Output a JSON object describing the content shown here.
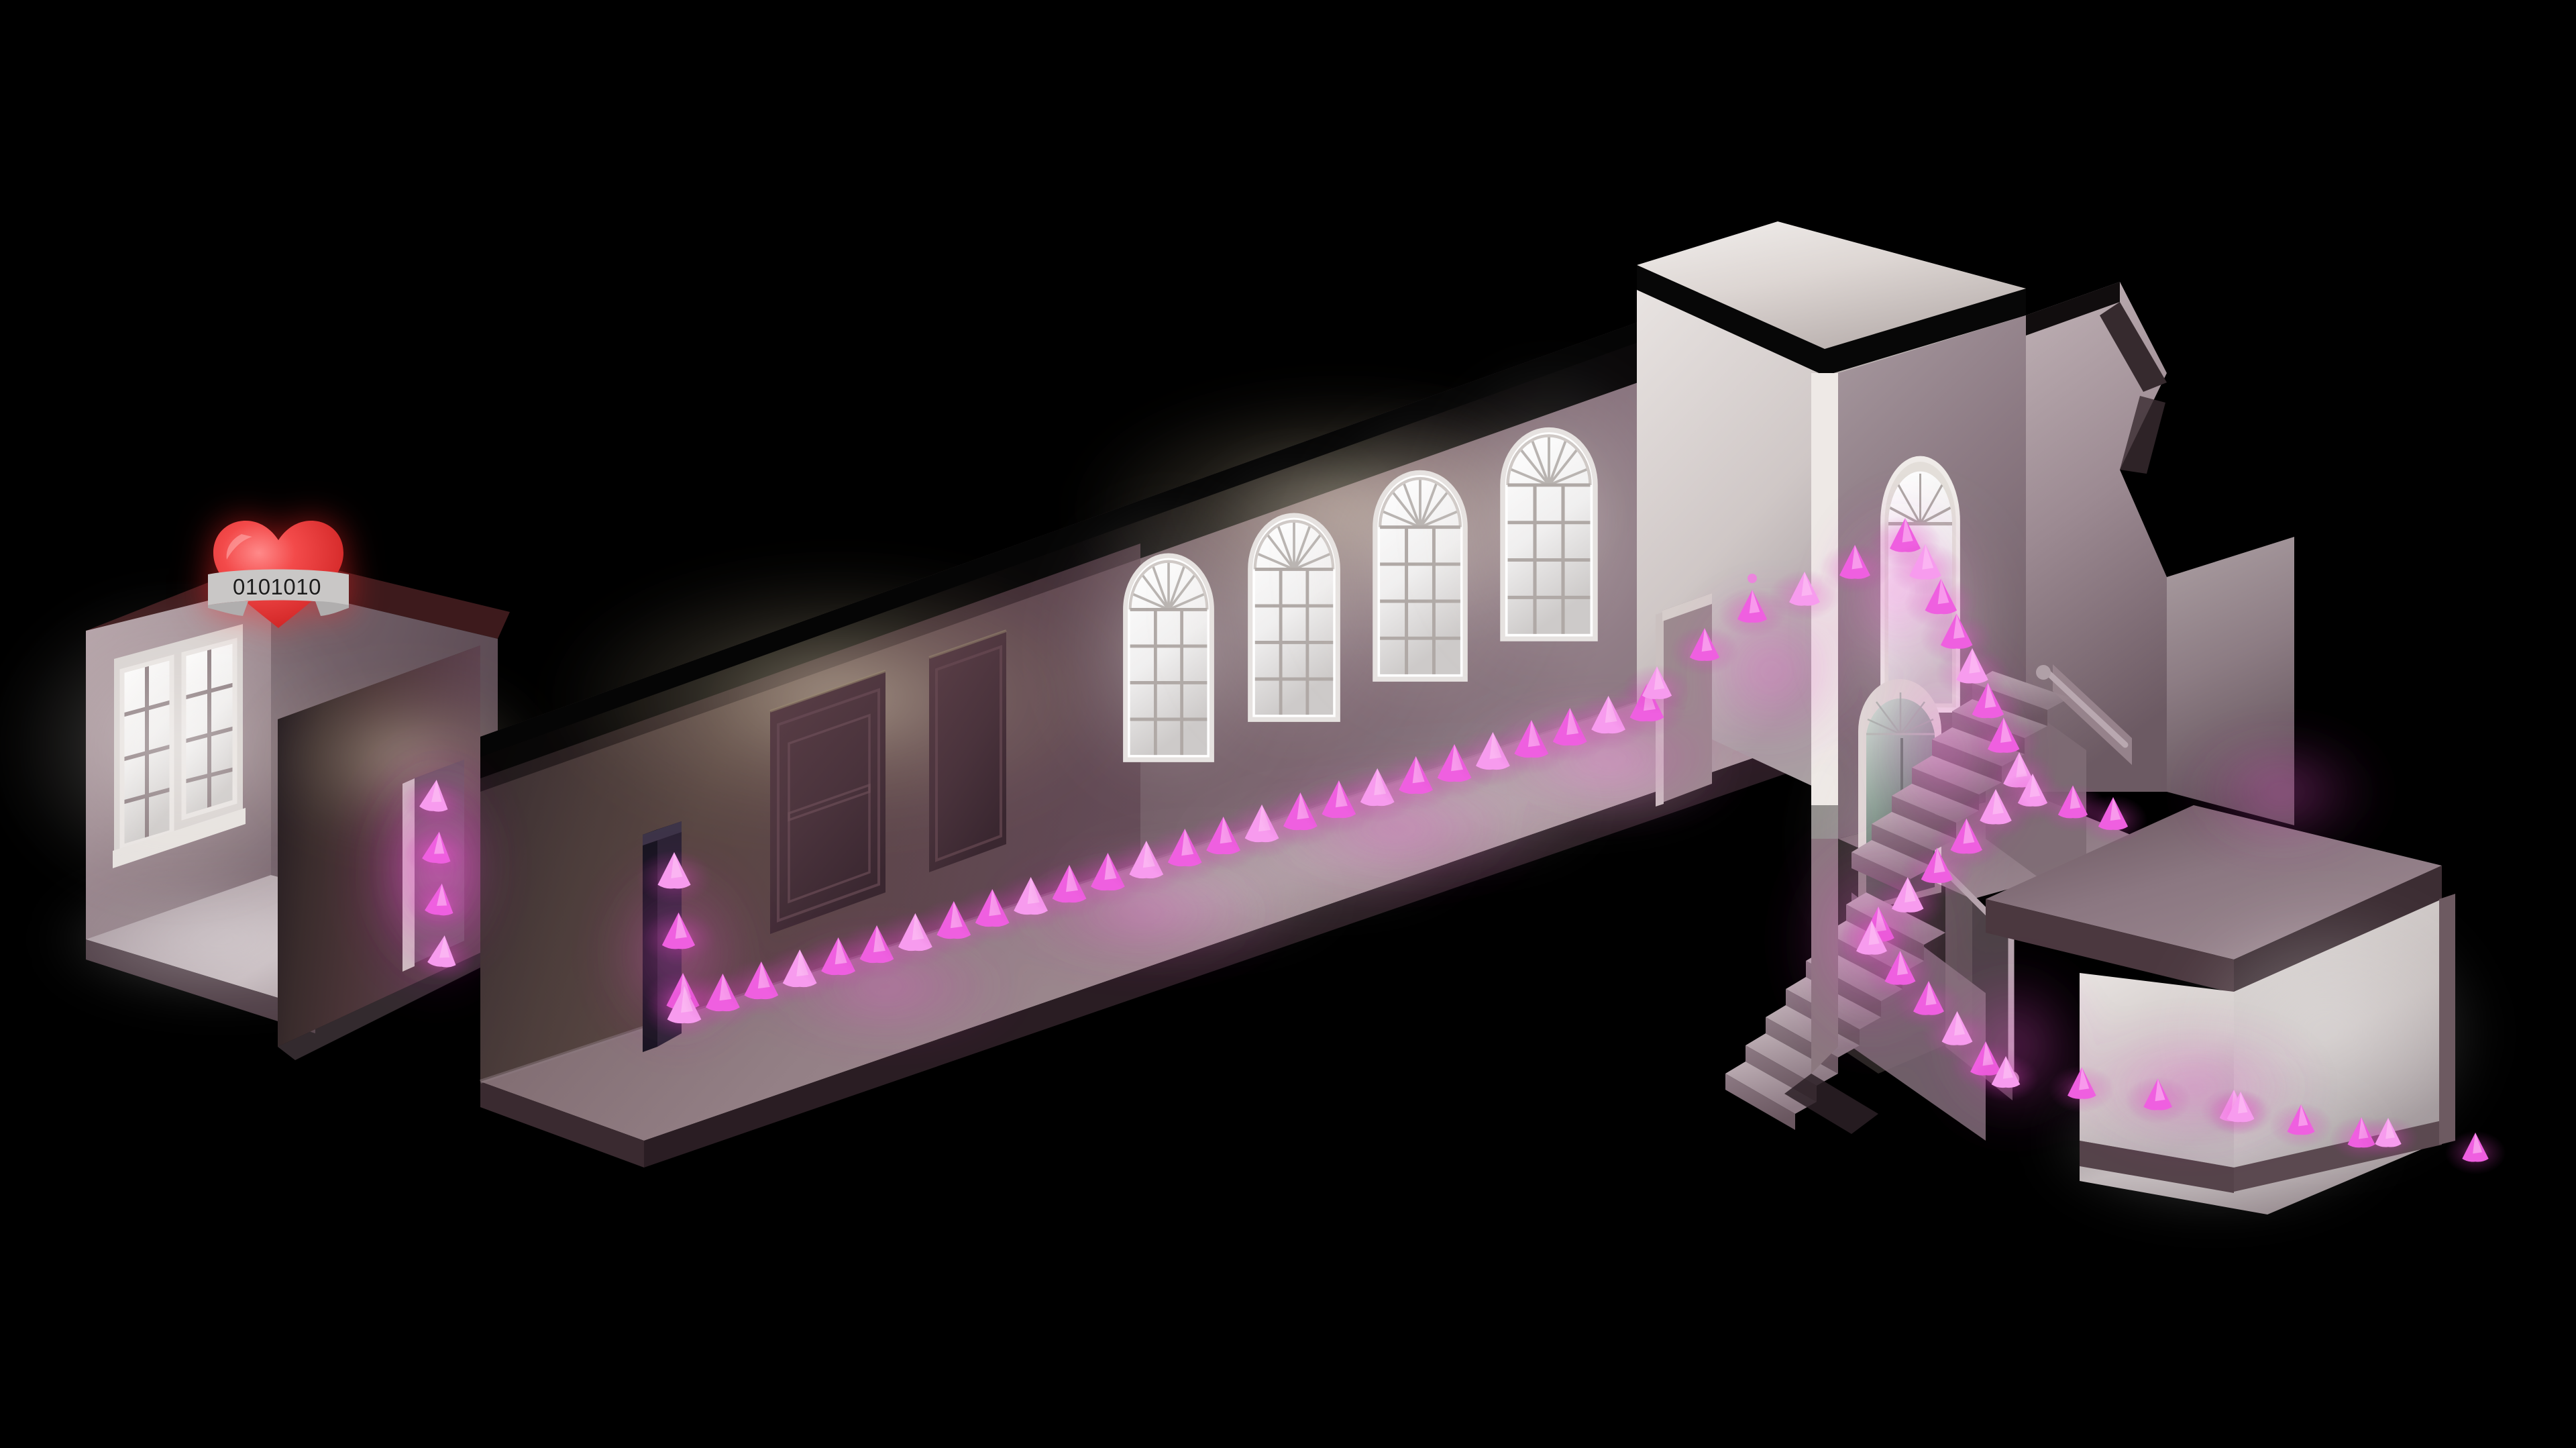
{
  "scene": {
    "title": "Isometric architectural cutaway with glowing navigation path",
    "background_color": "#000000",
    "view": "isometric",
    "render_style": "3d-cutaway-floorplan"
  },
  "marker": {
    "name": "heart-objective-marker",
    "icon": "heart-icon",
    "heart_color": "#ef3535",
    "heart_highlight": "#ff6b6b",
    "banner_color": "#c9c7c6",
    "banner_text": "0101010",
    "banner_text_color": "#1c1c1c",
    "position_label": "left-wing-upper-room"
  },
  "path": {
    "name": "navigation-arrow-trail",
    "arrow_color": "#ef5fe0",
    "arrow_color_light": "#f79bee",
    "glow_color": "#e040c8",
    "arrow_count": 62,
    "direction": "left-to-right-descending"
  },
  "palette": {
    "wall_light": "#cfc6c9",
    "wall_mid": "#a89299",
    "wall_dark": "#6a535b",
    "wall_deep": "#3b2a30",
    "floor_light": "#bcb0b4",
    "floor_mid": "#8b7a80",
    "floor_shadow": "#4a383e",
    "ceiling_bright": "#e3dedb",
    "trim_maroon": "#3d1a1c",
    "window_glass": "#f2f2f2",
    "window_frame": "#d8d4d2",
    "green_glass": "#3c5142",
    "black": "#000000"
  },
  "sections": [
    {
      "id": "left-wing",
      "label": "Left Wing Room",
      "features": [
        "twin-sash-window",
        "corner-doorway",
        "objective-marker"
      ]
    },
    {
      "id": "corridor",
      "label": "Main Corridor",
      "features": [
        "four-arched-windows",
        "paneled-doors",
        "pillar",
        "arrow-trail"
      ]
    },
    {
      "id": "stair-hall",
      "label": "Stair Hall",
      "features": [
        "arched-window-upper",
        "arched-window-lower-green",
        "switchback-staircase",
        "handrail",
        "landing"
      ]
    },
    {
      "id": "right-wing",
      "label": "Right Wing Rooms",
      "features": [
        "upper-landing-floor",
        "lower-room",
        "arrow-exit"
      ]
    }
  ],
  "windows": {
    "corridor_arched_count": 4,
    "stairhall_arched_count": 2,
    "leftwing_sash_count": 2,
    "style": "fanlight-arched-multipane"
  },
  "doors": {
    "corridor_paneled_count": 2,
    "corner_door_count": 1,
    "arched_doorway_count": 1
  }
}
